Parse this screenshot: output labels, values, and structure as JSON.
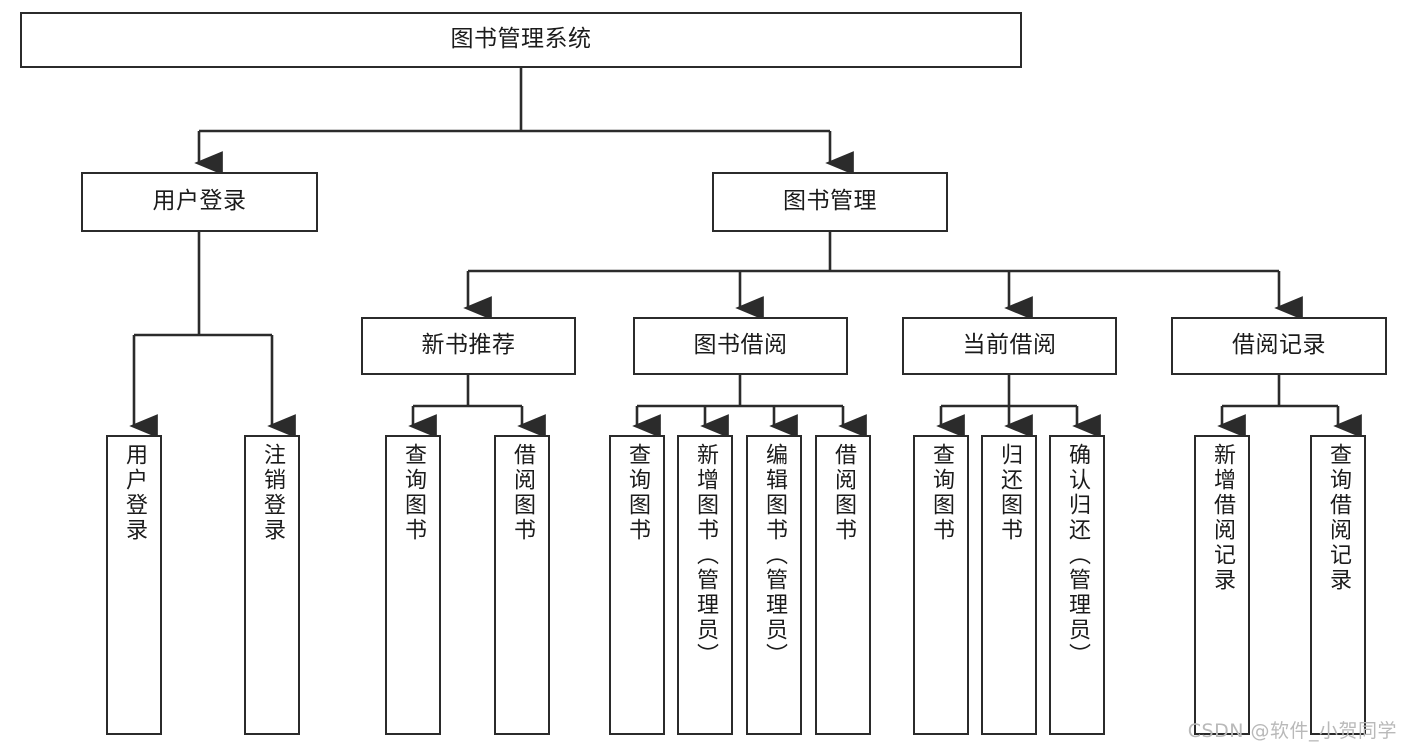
{
  "diagram": {
    "type": "tree-hierarchy-diagram",
    "title": "图书管理系统",
    "watermark": "CSDN @软件_小贺同学",
    "colors": {
      "box_border": "#2b2b2b",
      "box_fill": "#ffffff",
      "connector": "#2b2b2b",
      "text": "#1b1b1b",
      "watermark": "#b9b9b9",
      "background": "#ffffff"
    },
    "nodes": {
      "root": {
        "label": "图书管理系统"
      },
      "level1": [
        {
          "id": "user-login",
          "label": "用户登录"
        },
        {
          "id": "book-manage",
          "label": "图书管理"
        }
      ],
      "level2": [
        {
          "id": "new-book-recommend",
          "label": "新书推荐"
        },
        {
          "id": "book-borrow",
          "label": "图书借阅"
        },
        {
          "id": "current-borrow",
          "label": "当前借阅"
        },
        {
          "id": "borrow-record",
          "label": "借阅记录"
        }
      ],
      "leaves": {
        "user-login": [
          {
            "id": "leaf-user-login",
            "label": "用户登录"
          },
          {
            "id": "leaf-logout-login",
            "label": "注销登录"
          }
        ],
        "new-book-recommend": [
          {
            "id": "leaf-query-book-1",
            "label": "查询图书"
          },
          {
            "id": "leaf-borrow-book-1",
            "label": "借阅图书"
          }
        ],
        "book-borrow": [
          {
            "id": "leaf-query-book-2",
            "label": "查询图书"
          },
          {
            "id": "leaf-add-book-admin",
            "label": "新增图书（管理员）"
          },
          {
            "id": "leaf-edit-book-admin",
            "label": "编辑图书（管理员）"
          },
          {
            "id": "leaf-borrow-book-2",
            "label": "借阅图书"
          }
        ],
        "current-borrow": [
          {
            "id": "leaf-query-book-3",
            "label": "查询图书"
          },
          {
            "id": "leaf-return-book",
            "label": "归还图书"
          },
          {
            "id": "leaf-confirm-return-admin",
            "label": "确认归还（管理员）"
          }
        ],
        "borrow-record": [
          {
            "id": "leaf-add-borrow-record",
            "label": "新增借阅记录"
          },
          {
            "id": "leaf-query-borrow-record",
            "label": "查询借阅记录"
          }
        ]
      }
    }
  }
}
